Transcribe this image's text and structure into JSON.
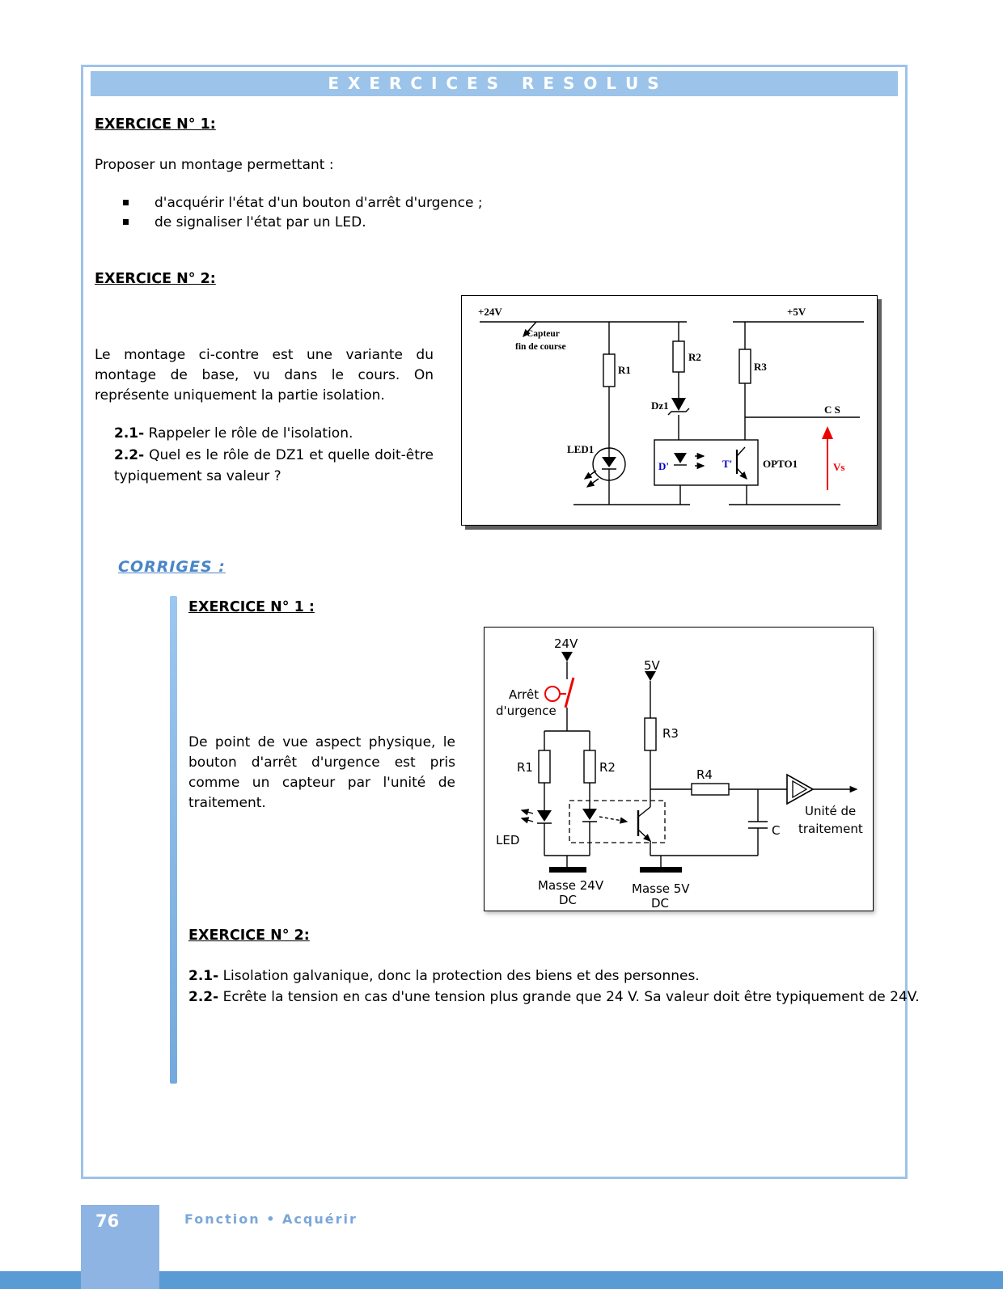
{
  "banner": {
    "title": "E X E R C I C E S   R E S O L U S"
  },
  "exercise1": {
    "heading": "EXERCICE N° 1:",
    "intro": "Proposer un montage permettant :",
    "bullets": [
      "d'acquérir l'état d'un bouton d'arrêt d'urgence ;",
      "de signaliser l'état par un LED."
    ]
  },
  "exercise2": {
    "heading": "EXERCICE N° 2:",
    "paragraph": "Le montage ci-contre est une variante du montage de base, vu dans le cours. On représente uniquement la partie isolation.",
    "q1_label": "2.1-",
    "q1_text": "Rappeler le rôle de l'isolation.",
    "q2_label": "2.2-",
    "q2_text": "Quel es le rôle de DZ1 et quelle doit-être typiquement sa valeur ?"
  },
  "circuit1": {
    "v24": "+24V",
    "v5": "+5V",
    "capteur_line1": "Capteur",
    "capteur_line2": "fin de course",
    "r1": "R1",
    "r2": "R2",
    "r3": "R3",
    "dz1": "Dz1",
    "led1": "LED1",
    "d": "D'",
    "t": "T'",
    "opto": "OPTO1",
    "cs": "C S",
    "vs": "Vs"
  },
  "corriges": {
    "heading": "CORRIGES :",
    "ex1_heading": "EXERCICE N° 1 :",
    "ex1_paragraph": "De point de vue aspect physique, le bouton d'arrêt d'urgence est pris comme un capteur par l'unité de traitement.",
    "ex2_heading": "EXERCICE N° 2:",
    "a1_label": "2.1-",
    "a1_text": "Lisolation galvanique, donc la protection des biens et des personnes.",
    "a2_label": "2.2-",
    "a2_text": "Ecrête la tension en cas d'une tension plus grande que 24 V. Sa valeur doit être typiquement de 24V."
  },
  "circuit2": {
    "v24": "24V",
    "v5": "5V",
    "arret_line1": "Arrêt",
    "arret_line2": "d'urgence",
    "r1": "R1",
    "r2": "R2",
    "r3": "R3",
    "r4": "R4",
    "led": "LED",
    "c": "C",
    "unite_line1": "Unité de",
    "unite_line2": "traitement",
    "masse24_line1": "Masse 24V",
    "masse24_line2": "DC",
    "masse5_line1": "Masse 5V",
    "masse5_line2": "DC"
  },
  "footer": {
    "page_number": "76",
    "text": "Fonction • Acquérir"
  },
  "colors": {
    "banner_blue": "#9cc3ea",
    "accent_blue": "#4a86c8",
    "bottom_bar_blue": "#5b9bd5",
    "footer_block_blue": "#8db4e2",
    "red": "#ee0000",
    "opto_label_blue": "#0000cc"
  }
}
